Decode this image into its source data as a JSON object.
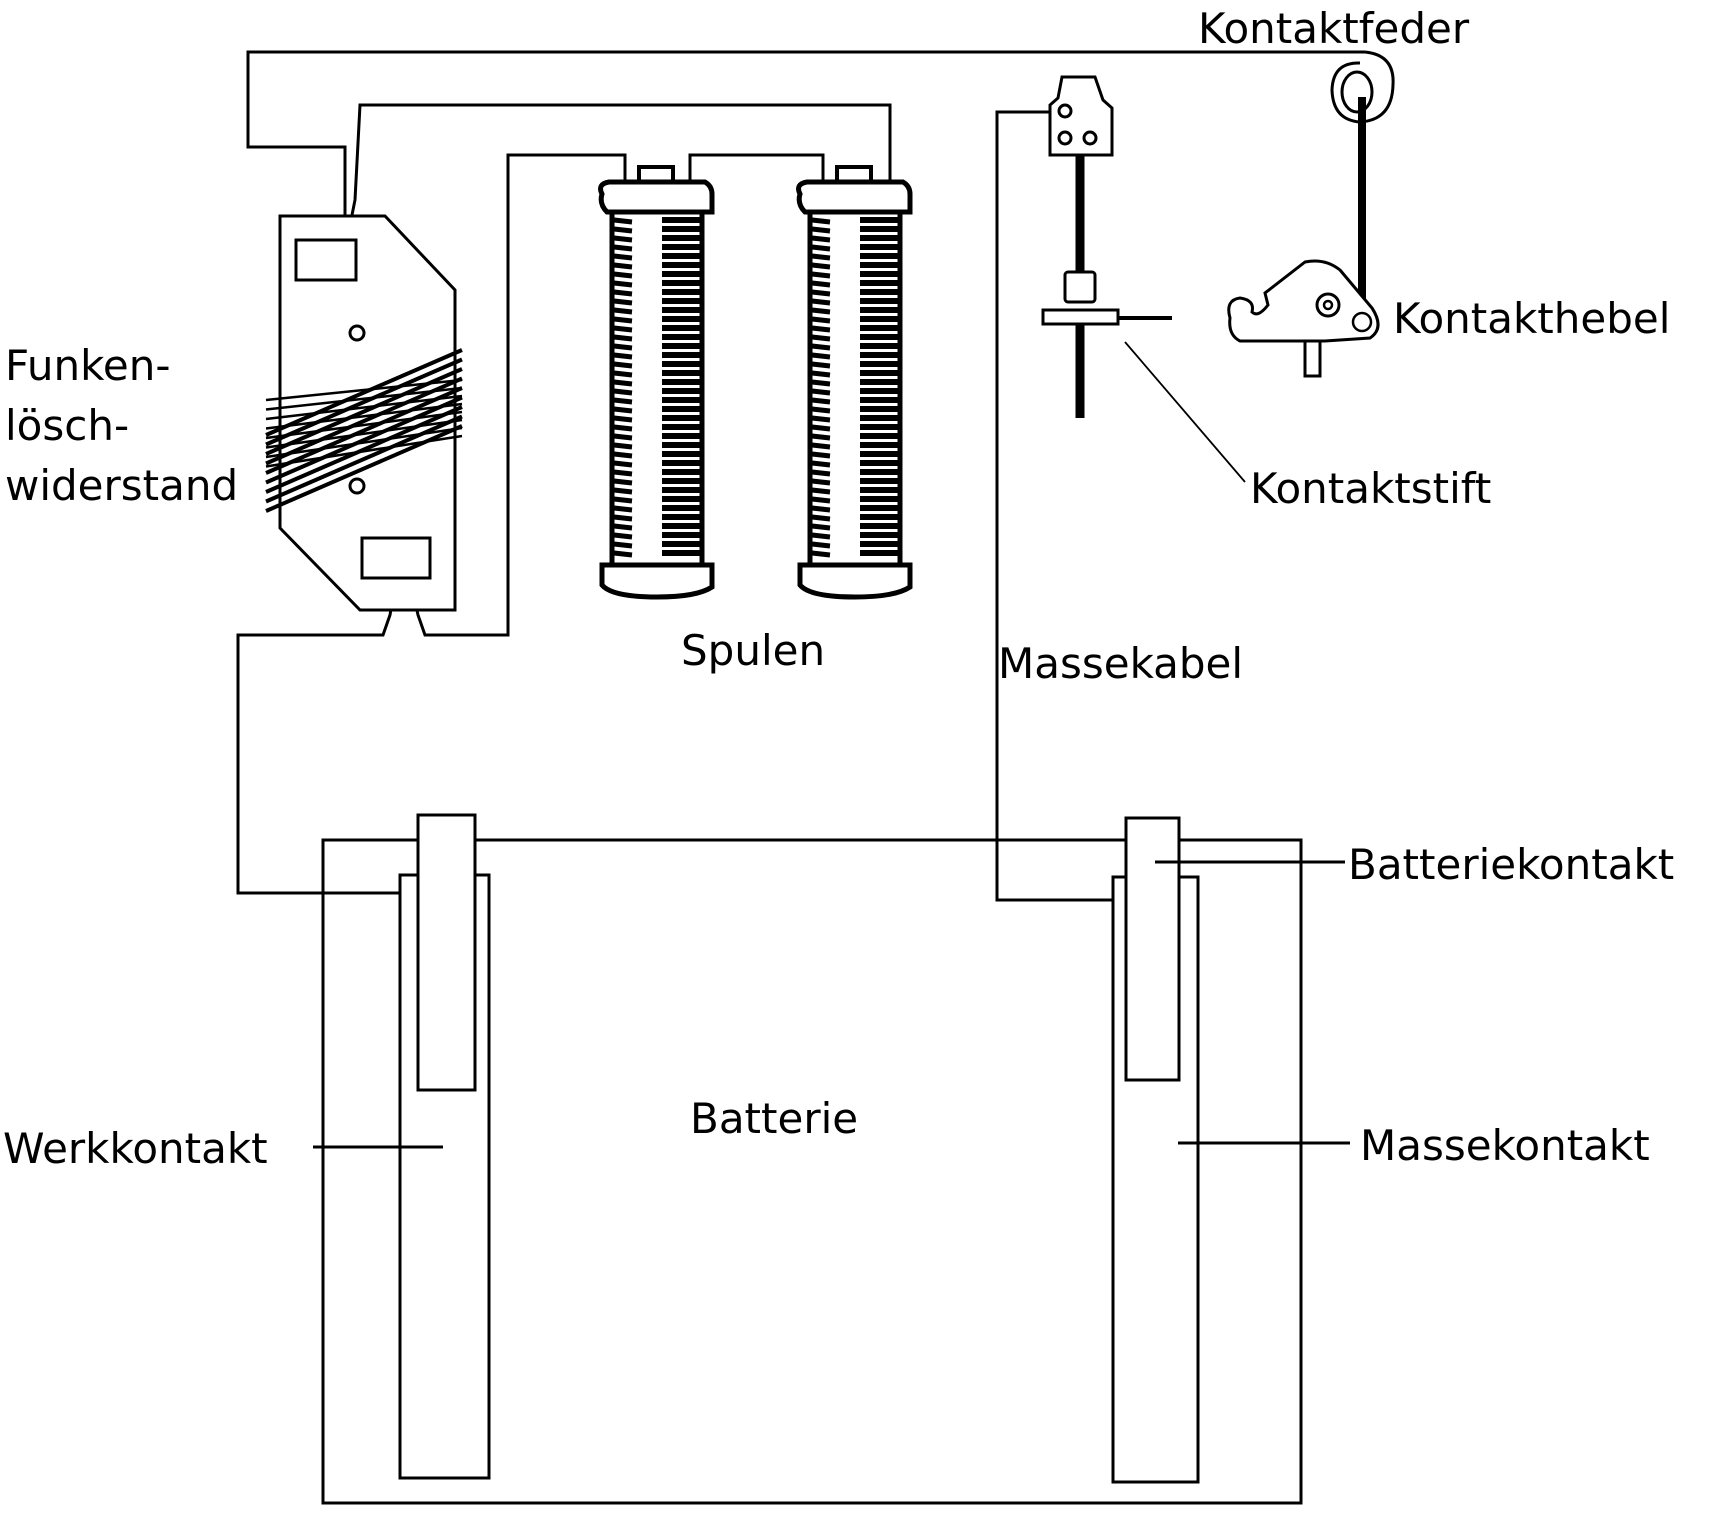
{
  "diagram": {
    "title": "Zündanlage Schaltbild",
    "components": {
      "resistor": {
        "label_lines": [
          "Funken-",
          "lösch-",
          "widerstand"
        ]
      },
      "coils": {
        "label": "Spulen",
        "count": 2
      },
      "ground_cable": {
        "label": "Massekabel"
      },
      "contact_spring": {
        "label": "Kontaktfeder"
      },
      "contact_lever": {
        "label": "Kontakthebel"
      },
      "contact_pin": {
        "label": "Kontaktstift"
      },
      "battery": {
        "label": "Batterie"
      },
      "battery_contact": {
        "label": "Batteriekontakt"
      },
      "work_contact": {
        "label": "Werkkontakt"
      },
      "ground_contact": {
        "label": "Massekontakt"
      }
    },
    "colors": {
      "ink": "#000000",
      "background": "#ffffff"
    }
  }
}
